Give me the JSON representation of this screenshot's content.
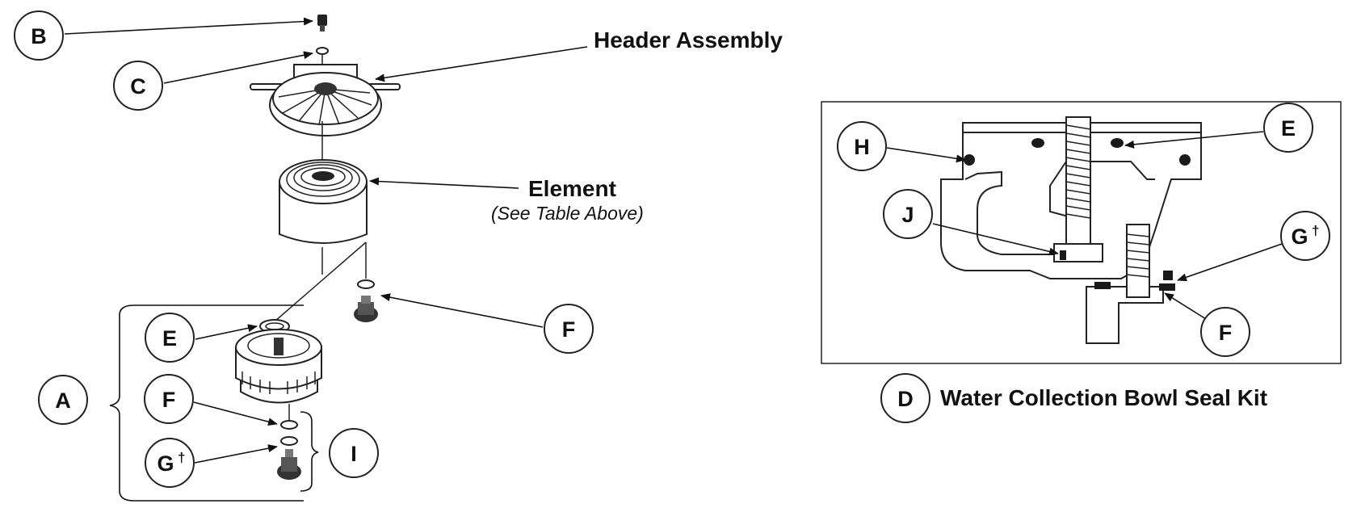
{
  "labels": {
    "header_assembly": "Header Assembly",
    "element": "Element",
    "element_note": "(See Table Above)",
    "seal_kit": "Water Collection Bowl Seal Kit"
  },
  "callouts": {
    "a": "A",
    "b": "B",
    "c": "C",
    "d": "D",
    "e": "E",
    "f": "F",
    "g": "G",
    "h": "H",
    "i": "I",
    "j": "J",
    "dagger": "†"
  },
  "colors": {
    "ink": "#111111",
    "paper": "#ffffff",
    "seal": "#1a1a1a"
  }
}
